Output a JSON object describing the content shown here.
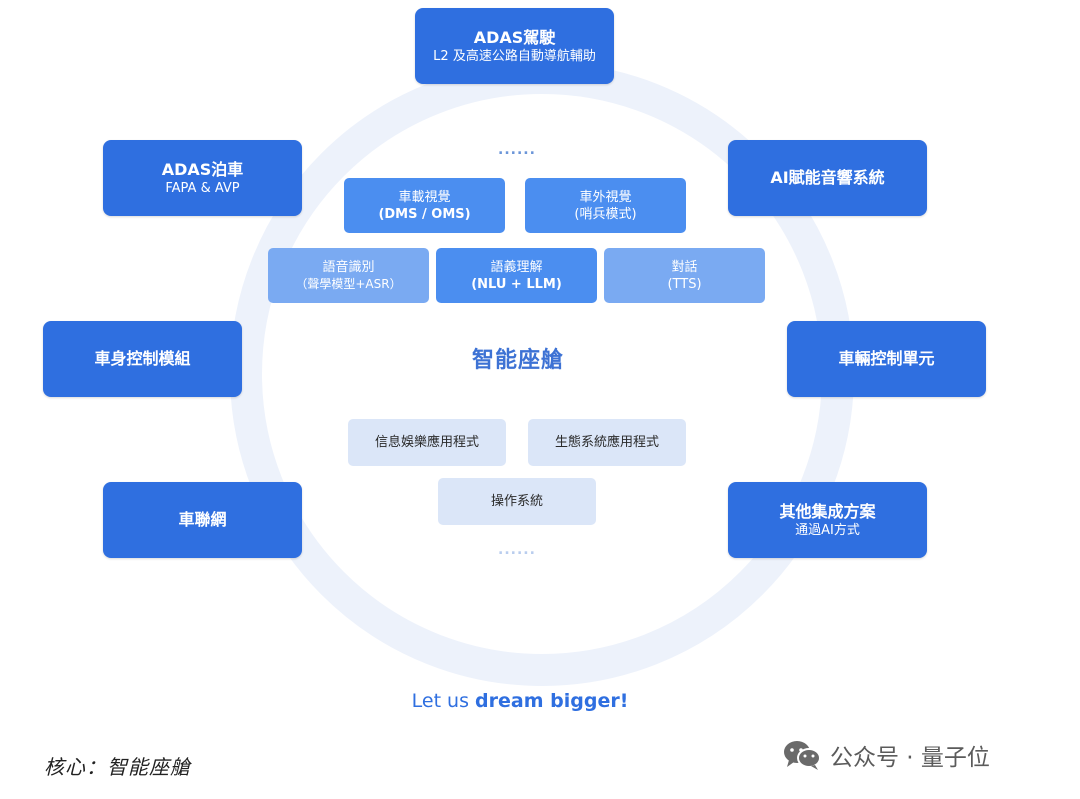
{
  "outer_nodes": {
    "adas_drive": {
      "title": "ADAS駕駛",
      "subtitle": "L2 及高速公路自動導航輔助"
    },
    "adas_park": {
      "title": "ADAS泊車",
      "subtitle": "FAPA & AVP"
    },
    "ai_audio": {
      "title": "AI賦能音響系統"
    },
    "body_control": {
      "title": "車身控制模組"
    },
    "vehicle_control": {
      "title": "車輛控制單元"
    },
    "telematics": {
      "title": "車聯網"
    },
    "other": {
      "title": "其他集成方案",
      "subtitle": "通過AI方式"
    }
  },
  "center": {
    "title": "智能座艙",
    "top_dots": "......",
    "bottom_dots": "......",
    "vision": [
      {
        "line1": "車載視覺",
        "line2": "(DMS / OMS)"
      },
      {
        "line1": "車外視覺",
        "line2": "(哨兵模式)"
      }
    ],
    "voice": [
      {
        "line1": "語音識別",
        "line2": "（聲學模型+ASR）"
      },
      {
        "line1": "語義理解",
        "line2": "(NLU + LLM)"
      },
      {
        "line1": "對話",
        "line2": "(TTS)"
      }
    ],
    "apps": [
      "信息娛樂應用程式",
      "生態系統應用程式"
    ],
    "os": "操作系統"
  },
  "slogan": {
    "prefix": "Let us ",
    "bold": "dream bigger!"
  },
  "caption": "核心：智能座艙",
  "watermark": "公众号 · 量子位",
  "colors": {
    "primary": "#2f6fe0",
    "mid": "#4b8ef0",
    "light": "#7aaaf2",
    "pale": "#dbe6f8",
    "ring": "#edf2fb"
  }
}
